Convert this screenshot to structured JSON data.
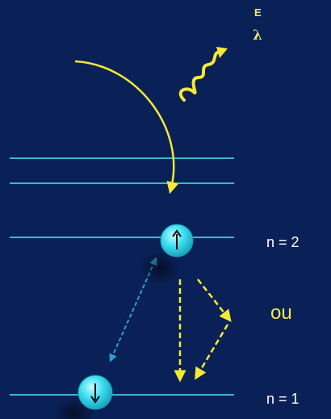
{
  "labels": {
    "energy": "E",
    "wavelength": "λ",
    "level_upper": "n = 2",
    "level_lower": "n = 1",
    "or_text": "ou"
  },
  "colors": {
    "background": "#0a2158",
    "level_line": "#3fb6c9",
    "photon": "#f5e936",
    "electron": "#3fe0f2",
    "spin_arrow": "#0b0b0b",
    "exchange_arrow": "#2c9fd6"
  },
  "electrons": [
    {
      "level": "n = 2",
      "spin": "up"
    },
    {
      "level": "n = 1",
      "spin": "down"
    }
  ],
  "icons": [
    "photon-wave-icon",
    "spin-up-arrow-icon",
    "spin-down-arrow-icon"
  ]
}
